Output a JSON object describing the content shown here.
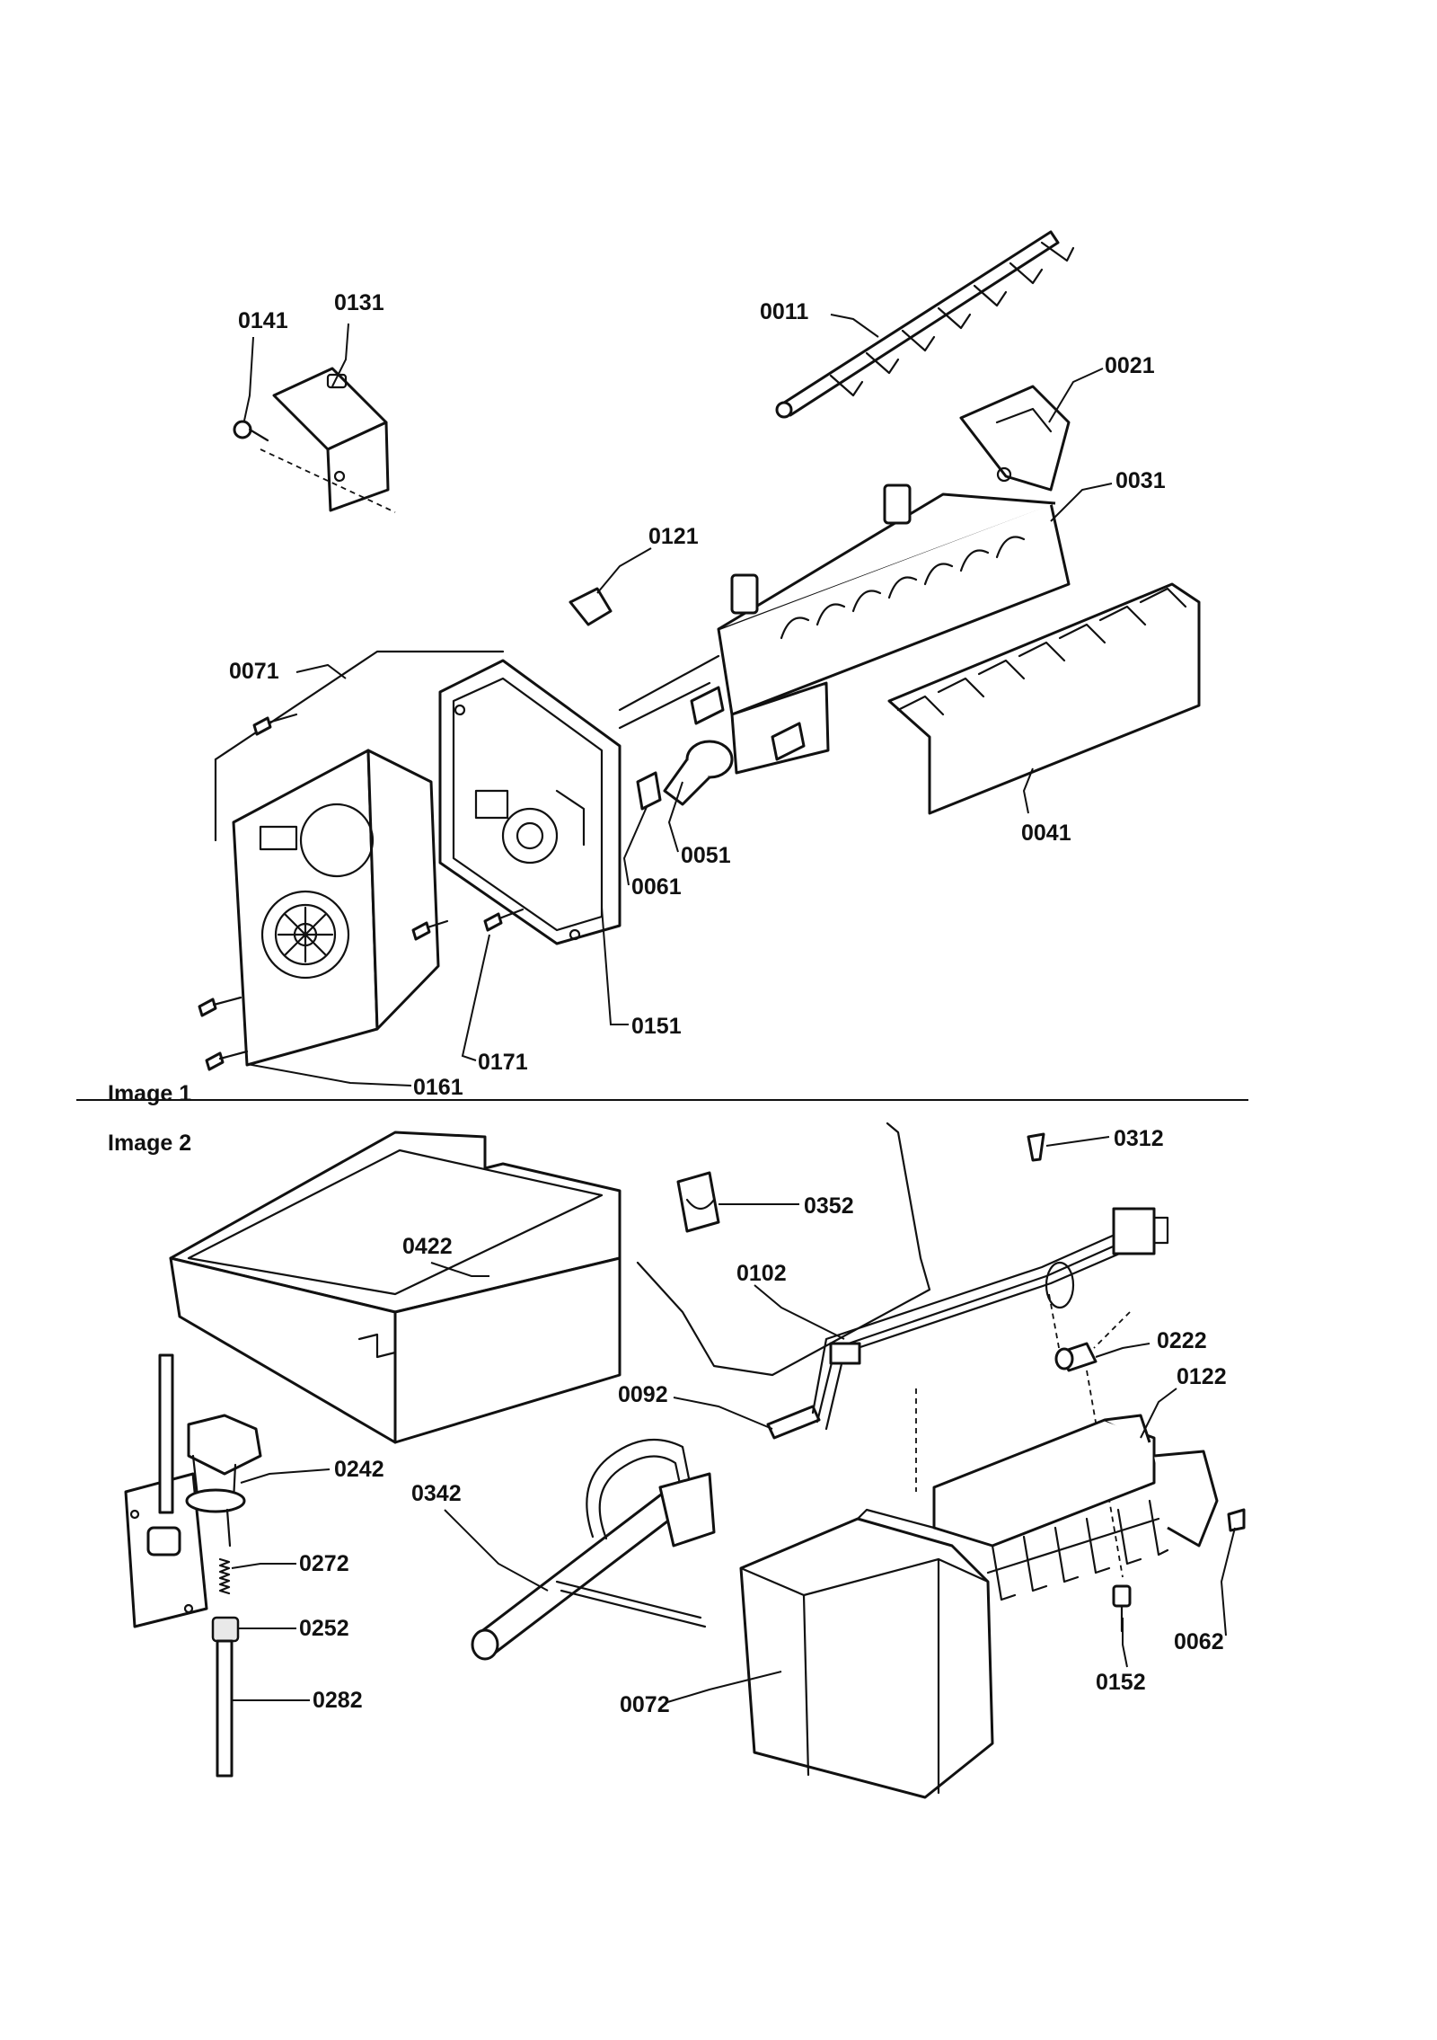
{
  "sections": {
    "image1": "Image 1",
    "image2": "Image 2"
  },
  "callouts": {
    "p0011": "0011",
    "p0021": "0021",
    "p0031": "0031",
    "p0041": "0041",
    "p0051": "0051",
    "p0061": "0061",
    "p0071": "0071",
    "p0121": "0121",
    "p0131": "0131",
    "p0141": "0141",
    "p0151": "0151",
    "p0161": "0161",
    "p0171": "0171",
    "p0062": "0062",
    "p0072": "0072",
    "p0092": "0092",
    "p0102": "0102",
    "p0122": "0122",
    "p0152": "0152",
    "p0222": "0222",
    "p0242": "0242",
    "p0252": "0252",
    "p0272": "0272",
    "p0282": "0282",
    "p0312": "0312",
    "p0342": "0342",
    "p0352": "0352",
    "p0422": "0422"
  }
}
